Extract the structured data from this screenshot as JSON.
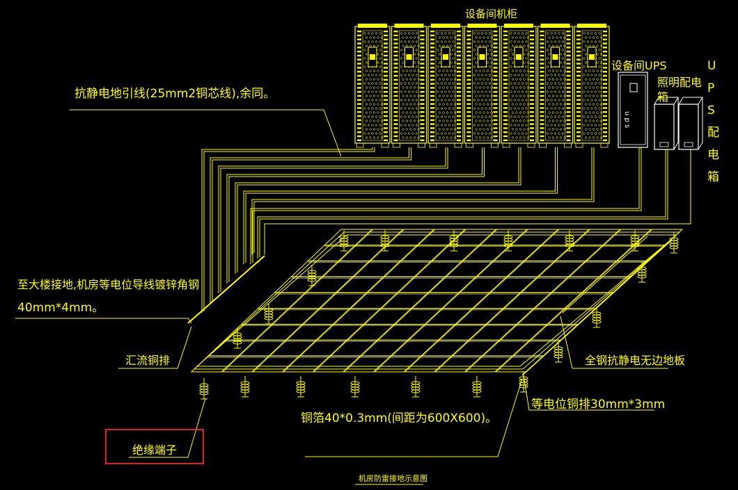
{
  "diagram": {
    "title_cabinets": "设备间机柜",
    "title_ups": "设备间UPS",
    "lighting_box": "照明配电箱",
    "ups_box_vertical": "UPS配电箱",
    "antistatic_lead": "抗静电地引线(25mm2铜芯线),余同。",
    "to_building_ground_line1": "至大楼接地,机房等电位导线镀锌角钢",
    "to_building_ground_line2": "40mm*4mm。",
    "busbar": "汇流铜排",
    "floor": "全钢抗静电无边地板",
    "equipotential": "等电位铜排30mm*3mm",
    "copper_foil": "铜箔40*0.3mm(间距为600X600)。",
    "insulator": "绝缘端子",
    "caption": "机房防雷接地示意图",
    "ups_unit_label": "u p s",
    "cabinet_count": 7
  },
  "colors": {
    "background": "#000000",
    "line": "#ffff00",
    "panel": "#ffffff",
    "highlight": "#e02020"
  }
}
